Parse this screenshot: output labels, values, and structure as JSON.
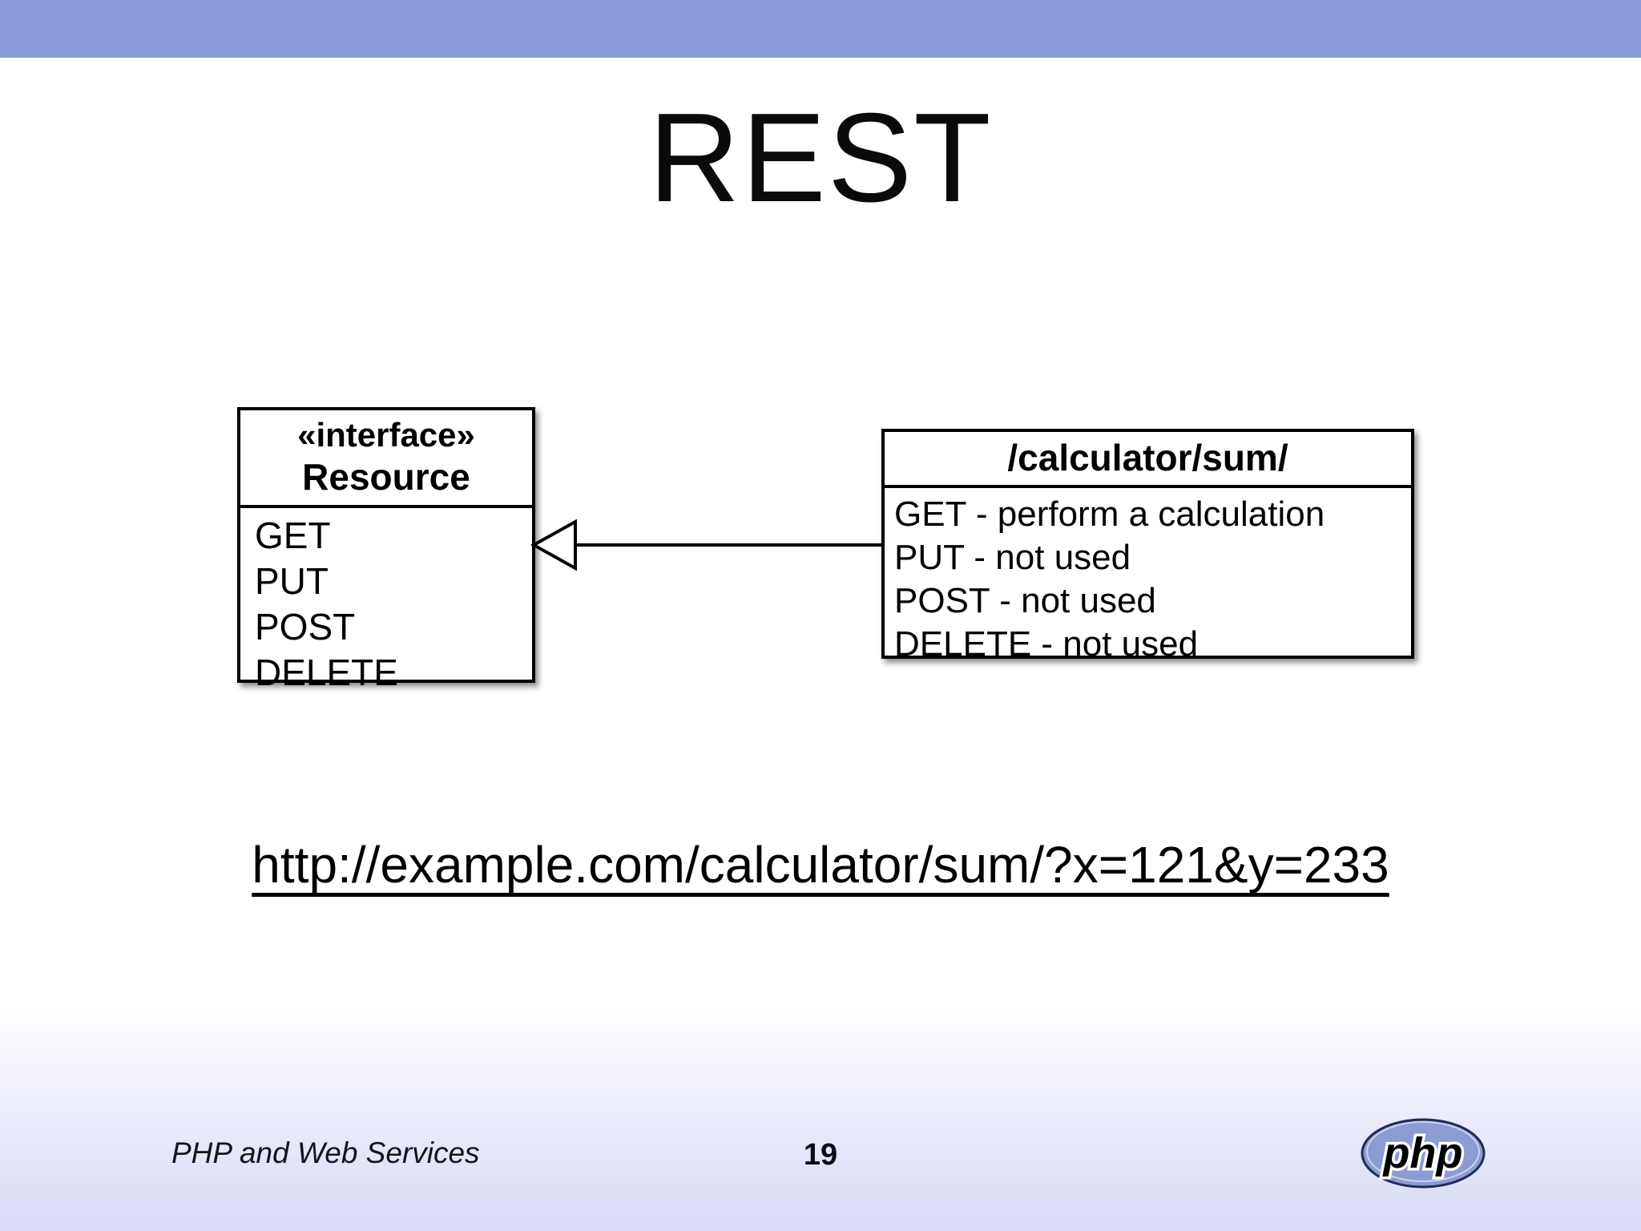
{
  "slide": {
    "title": "REST",
    "url": "http://example.com/calculator/sum/?x=121&y=233"
  },
  "diagram": {
    "interface_box": {
      "stereotype": "«interface»",
      "name": "Resource",
      "methods": [
        "GET",
        "PUT",
        "POST",
        "DELETE"
      ]
    },
    "endpoint_box": {
      "title": "/calculator/sum/",
      "methods": [
        "GET - perform a calculation",
        "PUT - not used",
        "POST - not used",
        "DELETE - not used"
      ]
    },
    "relationship": "realization-arrow"
  },
  "footer": {
    "course_title": "PHP and Web Services",
    "page_number": "19",
    "logo_text": "php"
  },
  "colors": {
    "top_bar": "#8a9ad6",
    "bottom_fade": "#d8daf7",
    "box_border": "#000000",
    "logo_fill": "#8b9cd3",
    "logo_border": "#1f2c55",
    "text": "#000000"
  }
}
